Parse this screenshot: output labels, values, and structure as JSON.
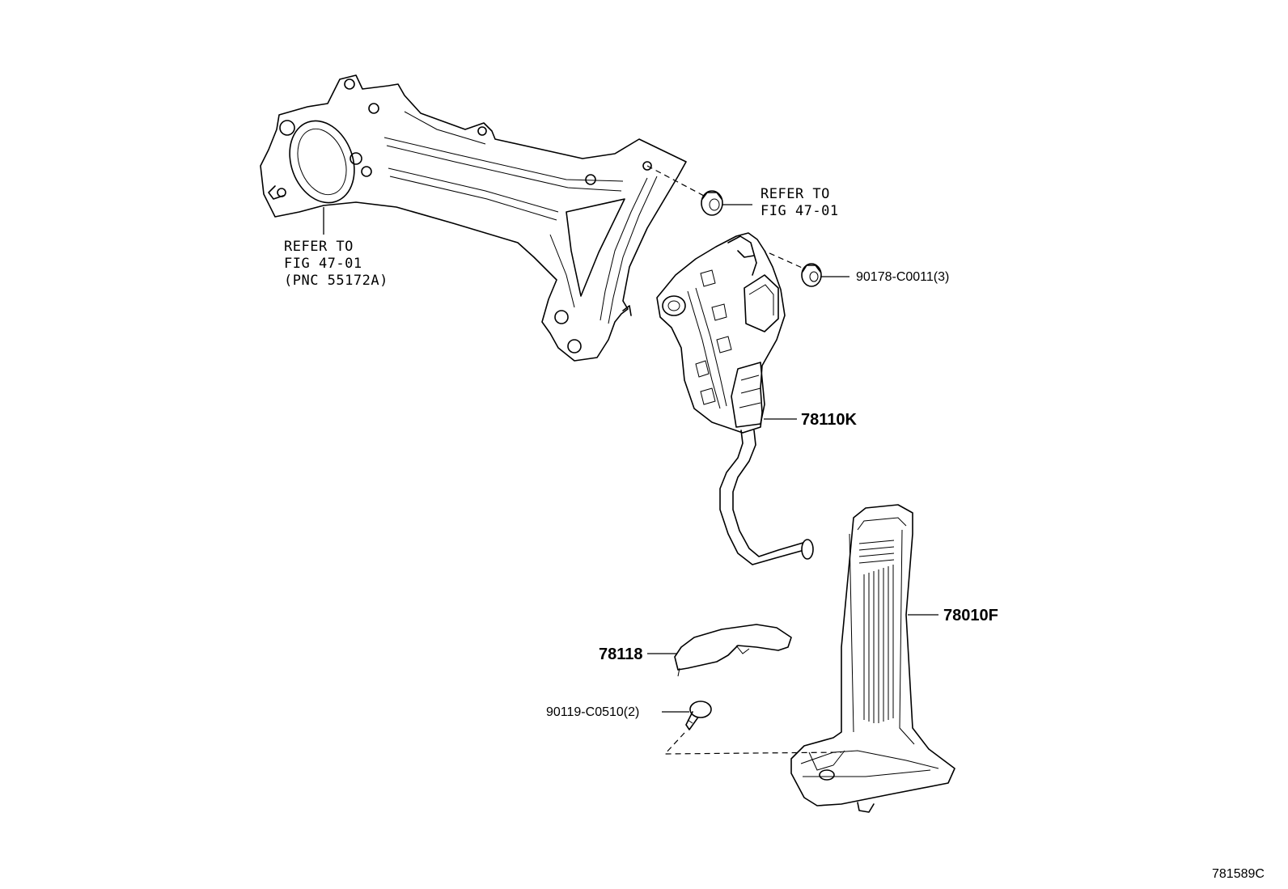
{
  "labels": {
    "bracket_ref": [
      "REFER TO",
      "FIG 47-01",
      "(PNC 55172A)"
    ],
    "nut_ref": [
      "REFER TO",
      "FIG 47-01"
    ],
    "nut_part": "90178-C0011(3)",
    "sensor_part": "78110K",
    "pedal_part": "78010F",
    "cover_part": "78118",
    "bolt_part": "90119-C0510(2)"
  },
  "figure_code": "781589C"
}
